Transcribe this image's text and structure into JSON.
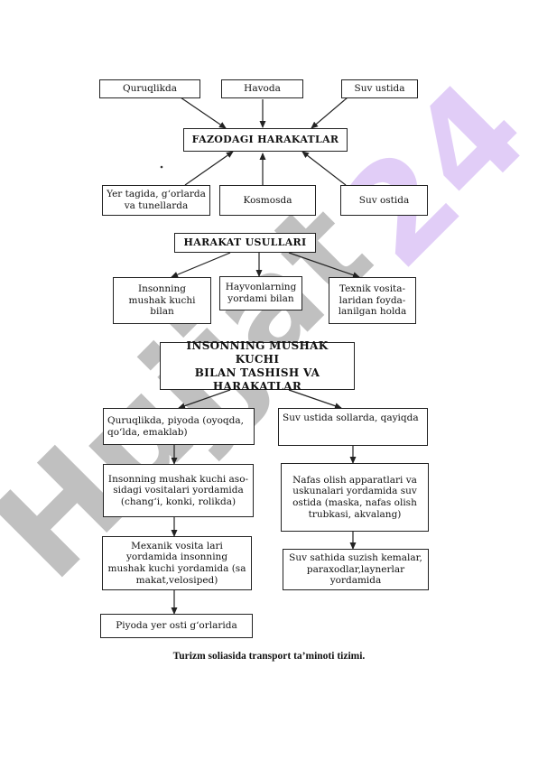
{
  "nodes": {
    "quruqlikda": "Quruqlikda",
    "havoda": "Havoda",
    "suv_ustida": "Suv ustida",
    "fazodagi": "FAZODAGI HARAKATLAR",
    "yer_tagida": "Yer tagida, g‘orlarda\nva tunellarda",
    "kosmosda": "Kosmosda",
    "suv_ostida": "Suv ostida",
    "harakat_usullari": "HARAKAT USULLARI",
    "insonning_mushak": "Insonning\nmushak kuchi\nbilan",
    "hayvonlarning": "Hayvonlarning\nyordami bilan",
    "texnik": "Texnik vosita-\nlaridan foyda-\nlanilgan holda",
    "mushak_tashish": "INSONNING MUSHAK KUCHI\nBILAN TASHISH VA\nHARAKATLAR",
    "quruqlikda_piyoda": "Quruqlikda, piyoda (oyoqda,\nqo‘lda, emaklab)",
    "suv_ustida_sollarda": "Suv ustida sollarda, qayiqda",
    "mushak_asosidagi": "Insonning mushak kuchi aso-\nsidagi vositalari yordamida\n(chang‘i, konki, rolikda)",
    "nafas_olish": "Nafas olish apparatlari va\nuskunalari yordamida suv\nostida (maska, nafas olish\ntrubkasi, akvalang)",
    "mexanik": "Mexanik vosita lari\nyordamida insonning\nmushak kuchi yordamida (sa\nmakat,velosiped)",
    "suv_sathida": "Suv sathida suzish kemalar,\nparaxodlar,laynerlar\nyordamida",
    "piyoda_yer_osti": "Piyoda yer osti g‘orlarida"
  },
  "caption": "Turizm soliasida transport ta’minoti tizimi.",
  "watermark": {
    "letters": "Hujjat",
    "digits": "24"
  }
}
